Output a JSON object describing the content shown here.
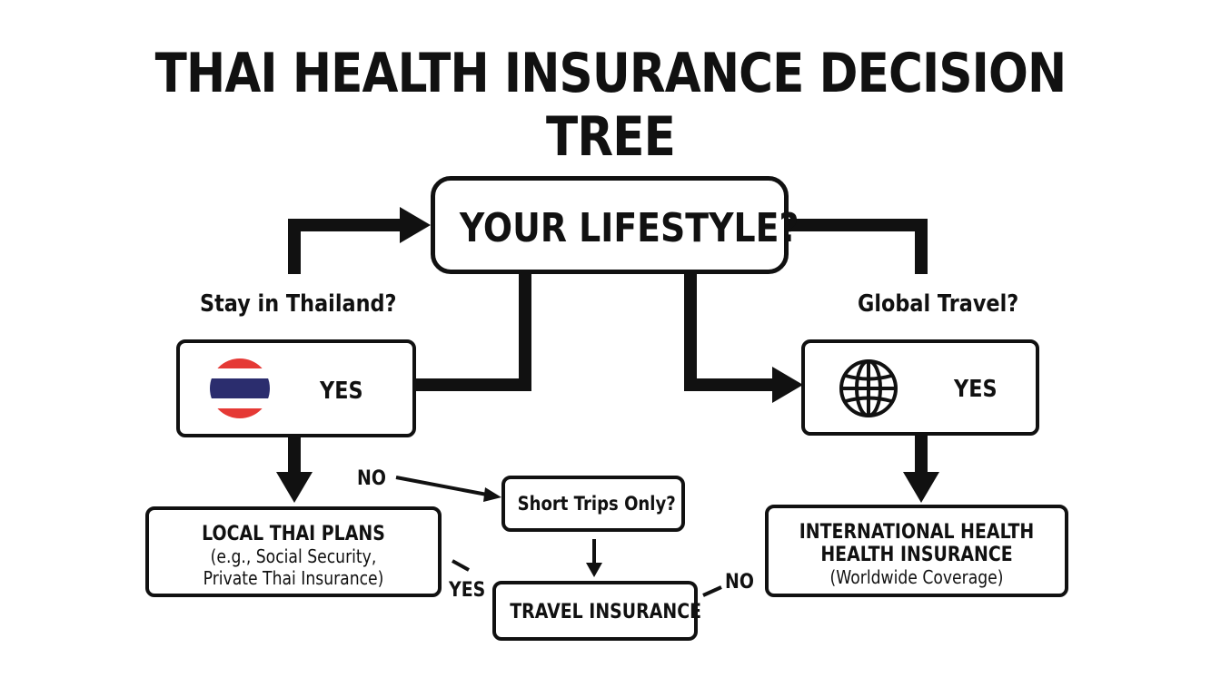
{
  "title": "THAI HEALTH INSURANCE DECISION TREE",
  "root": {
    "label": "YOUR LIFESTYLE?"
  },
  "branches": {
    "left_question": "Stay in Thailand?",
    "right_question": "Global Travel?"
  },
  "thailand_box": {
    "answer": "YES",
    "icon": "thailand-flag-icon"
  },
  "global_box": {
    "answer": "YES",
    "icon": "globe-icon"
  },
  "local_plans": {
    "lines": [
      "LOCAL THAI PLANS",
      "(e.g., Social Security,",
      "Private Thai Insurance)"
    ]
  },
  "short_trips": {
    "label": "Short Trips Only?"
  },
  "travel_insurance": {
    "label": "TRAVEL INSURANCE"
  },
  "international": {
    "lines": [
      "INTERNATIONAL HEALTH",
      "HEALTH INSURANCE",
      "(Worldwide Coverage)"
    ]
  },
  "edge_labels": {
    "no_to_short_trips": "NO",
    "yes_to_travel": "YES",
    "no_from_travel": "NO"
  },
  "colors": {
    "stroke": "#111111",
    "flag_red": "#e53935",
    "flag_blue": "#2b2d6e",
    "background": "#ffffff"
  }
}
